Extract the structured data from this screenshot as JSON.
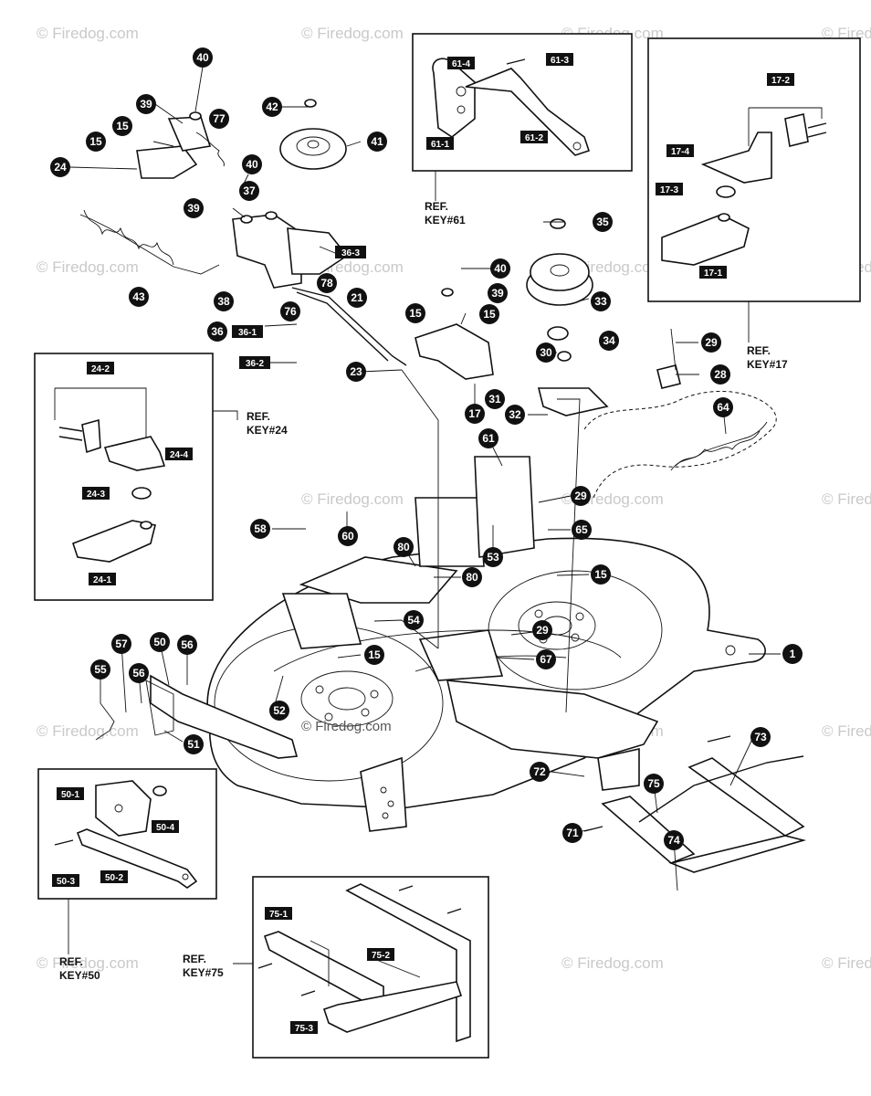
{
  "watermark": "© Firedog.com",
  "center_watermark": "© Firedog.com",
  "callouts": [
    "40",
    "39",
    "15",
    "15",
    "77",
    "24",
    "42",
    "41",
    "40",
    "37",
    "39",
    "36-3",
    "43",
    "38",
    "78",
    "76",
    "36",
    "36-1",
    "36-2",
    "21",
    "23",
    "35",
    "33",
    "34",
    "40",
    "39",
    "15",
    "15",
    "30",
    "31",
    "32",
    "17",
    "29",
    "28",
    "64",
    "61",
    "29",
    "65",
    "15",
    "80",
    "80",
    "53",
    "54",
    "58",
    "60",
    "29",
    "67",
    "1",
    "57",
    "50",
    "56",
    "55",
    "56",
    "52",
    "15",
    "51",
    "72",
    "73",
    "75",
    "71",
    "74"
  ],
  "insets": [
    {
      "id": "61",
      "ref_label": "REF.",
      "key_label": "KEY#61",
      "tags": [
        "61-4",
        "61-3",
        "61-1",
        "61-2"
      ]
    },
    {
      "id": "17",
      "ref_label": "REF.",
      "key_label": "KEY#17",
      "tags": [
        "17-2",
        "17-4",
        "17-3",
        "17-1"
      ]
    },
    {
      "id": "24",
      "ref_label": "REF.",
      "key_label": "KEY#24",
      "tags": [
        "24-2",
        "24-4",
        "24-3",
        "24-1"
      ]
    },
    {
      "id": "50",
      "ref_label": "REF.",
      "key_label": "KEY#50",
      "tags": [
        "50-1",
        "50-4",
        "50-3",
        "50-2"
      ]
    },
    {
      "id": "75",
      "ref_label": "REF.",
      "key_label": "KEY#75",
      "tags": [
        "75-1",
        "75-2",
        "75-3"
      ]
    }
  ]
}
